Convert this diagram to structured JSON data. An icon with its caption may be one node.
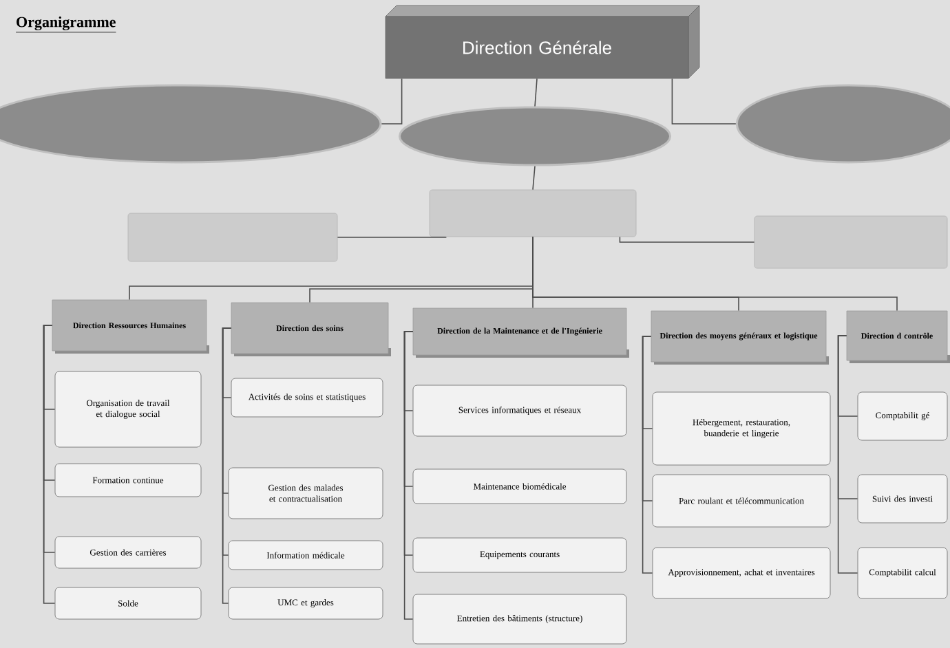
{
  "diagram": {
    "title": "Organigramme",
    "nodes": [
      {
        "text": [
          "Direction Générale"
        ]
      },
      {
        "text": [],
        "shape": "ellipse"
      },
      {
        "text": [],
        "shape": "ellipse"
      },
      {
        "text": [],
        "shape": "ellipse"
      },
      {
        "text": [],
        "shape": "box"
      },
      {
        "text": [],
        "shape": "box"
      },
      {
        "text": [],
        "shape": "box"
      },
      {
        "text": [
          "Direction Ressources Humaines"
        ]
      },
      {
        "text": [
          "Organisation de travail et dialogue social"
        ]
      },
      {
        "text": [
          "Formation continue"
        ]
      },
      {
        "text": [
          "Gestion des carrières"
        ]
      },
      {
        "text": [
          "Solde"
        ]
      },
      {
        "text": [
          "Direction des soins"
        ]
      },
      {
        "text": [
          "Activités de soins et statistiques"
        ]
      },
      {
        "text": [
          "Gestion des malades et contractualisation"
        ]
      },
      {
        "text": [
          "Information médicale"
        ]
      },
      {
        "text": [
          "UMC et gardes"
        ]
      },
      {
        "text": [
          "Direction de la Maintenance et de l'Ingénierie"
        ]
      },
      {
        "text": [
          "Services informatiques et réseaux"
        ]
      },
      {
        "text": [
          "Maintenance biomédicale"
        ]
      },
      {
        "text": [
          "Equipements courants"
        ]
      },
      {
        "text": [
          "Entretien des bâtiments (structure)"
        ]
      },
      {
        "text": [
          "Direction des moyens généraux et logistique"
        ]
      },
      {
        "text": [
          "Hébergement, restauration, buanderie et lingerie"
        ]
      },
      {
        "text": [
          "Parc roulant et télécommunication"
        ]
      },
      {
        "text": [
          "Approvisionnement, achat et inventaires"
        ]
      },
      {
        "text": [
          "Direction d contrôle"
        ]
      },
      {
        "text": [
          "Comptabilit gé"
        ]
      },
      {
        "text": [
          "Suivi des investi"
        ]
      },
      {
        "text": [
          "Comptabilit calcul"
        ]
      }
    ],
    "edges": [
      {
        "from": 0,
        "to": 1,
        "arrow": "none"
      },
      {
        "from": 0,
        "to": 2,
        "arrow": "none"
      },
      {
        "from": 0,
        "to": 3,
        "arrow": "none"
      },
      {
        "from": 2,
        "to": 4,
        "arrow": "none"
      },
      {
        "from": 4,
        "to": 5,
        "arrow": "none"
      },
      {
        "from": 4,
        "to": 6,
        "arrow": "none"
      },
      {
        "from": 4,
        "to": 7,
        "arrow": "none"
      },
      {
        "from": 4,
        "to": 12,
        "arrow": "none"
      },
      {
        "from": 4,
        "to": 17,
        "arrow": "none"
      },
      {
        "from": 4,
        "to": 22,
        "arrow": "none"
      },
      {
        "from": 4,
        "to": 26,
        "arrow": "none"
      },
      {
        "from": 7,
        "to": 8,
        "arrow": "none"
      },
      {
        "from": 7,
        "to": 9,
        "arrow": "none"
      },
      {
        "from": 7,
        "to": 10,
        "arrow": "none"
      },
      {
        "from": 7,
        "to": 11,
        "arrow": "none"
      },
      {
        "from": 12,
        "to": 13,
        "arrow": "none"
      },
      {
        "from": 12,
        "to": 14,
        "arrow": "none"
      },
      {
        "from": 12,
        "to": 15,
        "arrow": "none"
      },
      {
        "from": 12,
        "to": 16,
        "arrow": "none"
      },
      {
        "from": 17,
        "to": 18,
        "arrow": "none"
      },
      {
        "from": 17,
        "to": 19,
        "arrow": "none"
      },
      {
        "from": 17,
        "to": 20,
        "arrow": "none"
      },
      {
        "from": 17,
        "to": 21,
        "arrow": "none"
      },
      {
        "from": 22,
        "to": 23,
        "arrow": "none"
      },
      {
        "from": 22,
        "to": 24,
        "arrow": "none"
      },
      {
        "from": 22,
        "to": 25,
        "arrow": "none"
      },
      {
        "from": 26,
        "to": 27,
        "arrow": "none"
      },
      {
        "from": 26,
        "to": 28,
        "arrow": "none"
      },
      {
        "from": 26,
        "to": 29,
        "arrow": "none"
      }
    ]
  }
}
